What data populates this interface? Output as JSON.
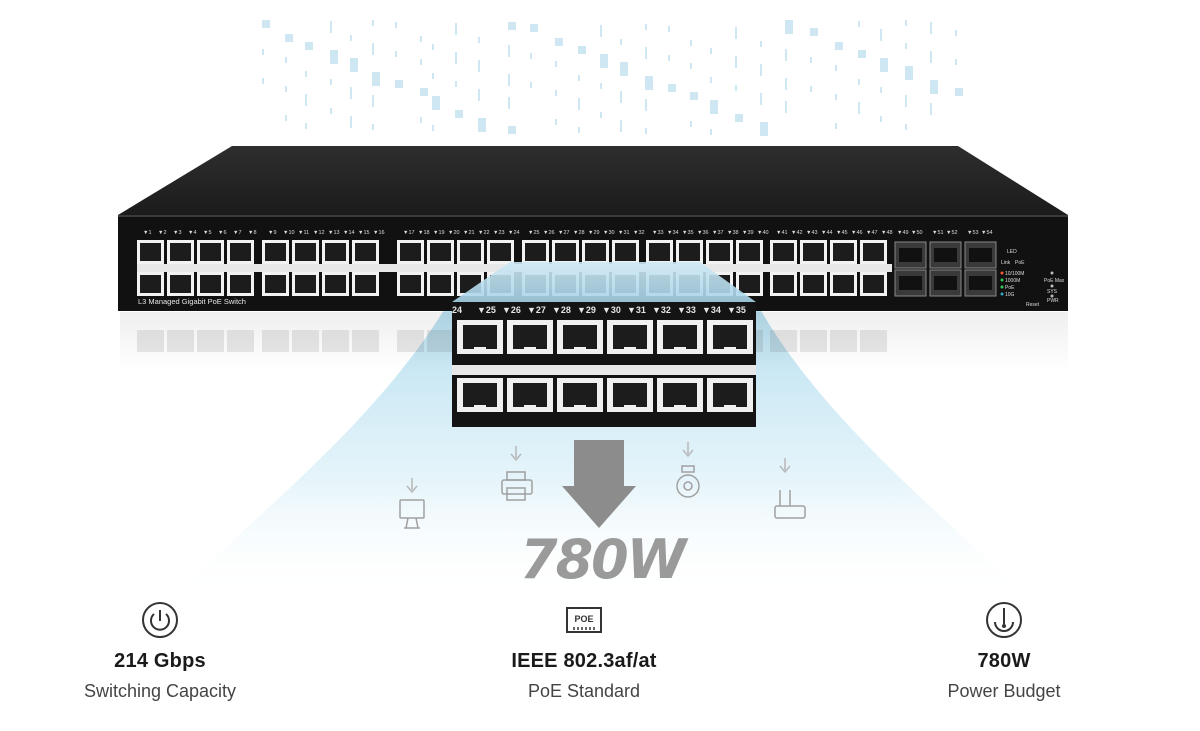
{
  "switch": {
    "model_label": "L3 Managed Gigabit PoE Switch",
    "port_numbers": [
      "1",
      "2",
      "3",
      "4",
      "5",
      "6",
      "7",
      "8",
      "9",
      "10",
      "11",
      "12",
      "13",
      "14",
      "15",
      "16",
      "17",
      "18",
      "19",
      "20",
      "21",
      "22",
      "23",
      "24",
      "25",
      "26",
      "27",
      "28",
      "29",
      "30",
      "31",
      "32",
      "33",
      "34",
      "35",
      "36",
      "37",
      "38",
      "39",
      "40",
      "41",
      "42",
      "43",
      "44",
      "45",
      "46",
      "47",
      "48"
    ],
    "sfp_port_numbers": [
      "49",
      "50",
      "51",
      "52",
      "53",
      "54"
    ],
    "led_title": "LED",
    "led_columns": [
      "Link",
      "PoE"
    ],
    "led_legend": [
      "10/100M",
      "1000M",
      "PoE",
      "10G"
    ],
    "status_leds": [
      "PoE Max",
      "SYS",
      "PWR"
    ],
    "reset_label": "Reset"
  },
  "zoom": {
    "port_numbers": [
      "24",
      "25",
      "26",
      "27",
      "28",
      "29",
      "30",
      "31",
      "32",
      "33",
      "34",
      "35"
    ]
  },
  "power_display": "780W",
  "devices": [
    "monitor-icon",
    "printer-icon",
    "camera-icon",
    "router-icon"
  ],
  "specs": [
    {
      "icon": "power-icon",
      "value": "214 Gbps",
      "label": "Switching Capacity"
    },
    {
      "icon": "poe-icon",
      "value": "IEEE 802.3af/at",
      "label": "PoE Standard"
    },
    {
      "icon": "power-budget-icon",
      "value": "780W",
      "label": "Power Budget"
    }
  ],
  "colors": {
    "chassis": "#1e1e1e",
    "glow": "#bfe3f2",
    "text": "#1a1a1a"
  }
}
